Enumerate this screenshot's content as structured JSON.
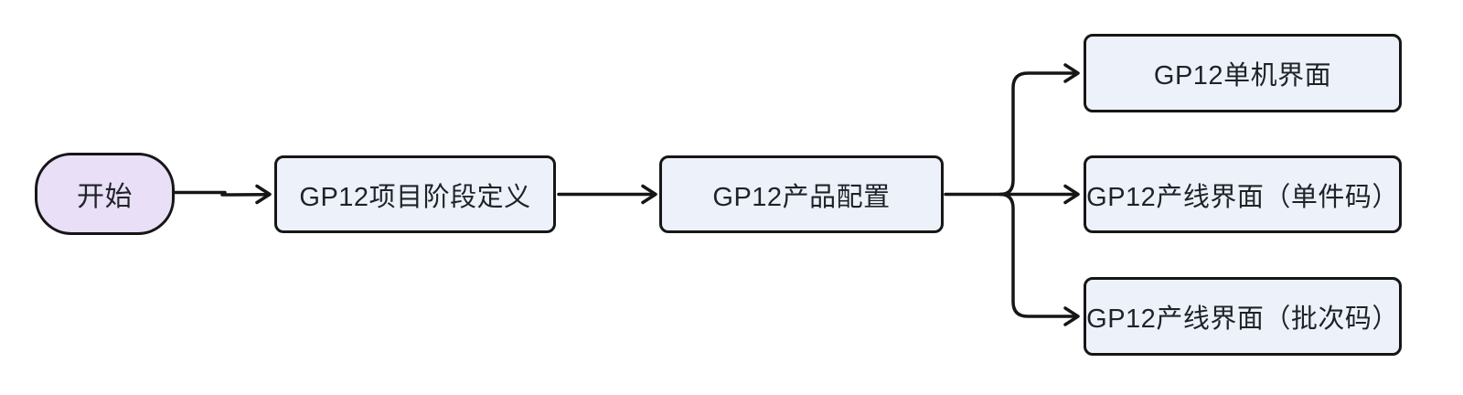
{
  "diagram": {
    "background_color": "#ffffff",
    "stroke_color": "#161616",
    "text_color": "#1f2328",
    "nodes": {
      "start": {
        "label": "开始",
        "shape": "stadium",
        "fill": "#e9dff7"
      },
      "stage_definition": {
        "label": "GP12项目阶段定义",
        "shape": "rect",
        "fill": "#edf2fa"
      },
      "product_config": {
        "label": "GP12产品配置",
        "shape": "rect",
        "fill": "#edf2fa"
      },
      "single_machine_ui": {
        "label": "GP12单机界面",
        "shape": "rect",
        "fill": "#edf2fa"
      },
      "line_ui_unit_code": {
        "label": "GP12产线界面（单件码）",
        "shape": "rect",
        "fill": "#edf2fa"
      },
      "line_ui_batch_code": {
        "label": "GP12产线界面（批次码）",
        "shape": "rect",
        "fill": "#edf2fa"
      }
    },
    "edges": [
      {
        "from": "start",
        "to": "stage_definition"
      },
      {
        "from": "stage_definition",
        "to": "product_config"
      },
      {
        "from": "product_config",
        "to": "single_machine_ui"
      },
      {
        "from": "product_config",
        "to": "line_ui_unit_code"
      },
      {
        "from": "product_config",
        "to": "line_ui_batch_code"
      }
    ]
  }
}
